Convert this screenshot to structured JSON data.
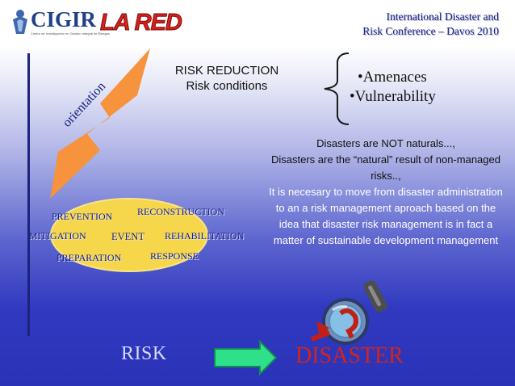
{
  "header": {
    "logo_cigir": "CIGIR",
    "logo_cigir_sub": "Centro de Investigación en Gestión Integral de Riesgos",
    "logo_lared": "LA RED",
    "conference_line1": "International Disaster and",
    "conference_line2": "Risk Conference – Davos 2010"
  },
  "diagram": {
    "orientation_label": "orientation",
    "risk_reduction_title": "RISK REDUCTION",
    "risk_reduction_subtitle": "Risk conditions",
    "risk_items": [
      "•Amenaces",
      "•Vulnerability"
    ]
  },
  "cycle": {
    "prevention": "PREVENTION",
    "reconstruction": "RECONSTRUCTION",
    "mitigation": "MITIGATION",
    "event": "EVENT",
    "rehabilitation": "REHABILITATION",
    "preparation": "PREPARATION",
    "response": "RESPONSE"
  },
  "text": {
    "p1": "Disasters are NOT naturals...,",
    "p2": "Disasters are the “natural” result of non-managed risks..,",
    "p3": "It is necesary to move from disaster administration to an a risk management aproach based on the idea that disaster risk management is in fact a matter of sustainable development management"
  },
  "bottom": {
    "risk": "RISK",
    "disaster": "DISASTER"
  },
  "colors": {
    "orange": "#f7923d",
    "yellow": "#f6d64a",
    "navy": "#1a237e",
    "red": "#d6231a",
    "green": "#2ee08a"
  }
}
